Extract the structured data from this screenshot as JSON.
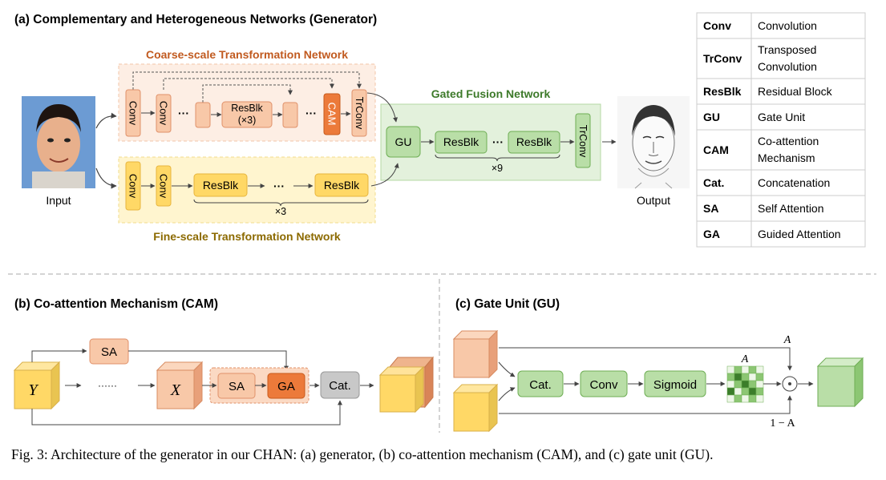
{
  "panel_a": {
    "title": "(a) Complementary and Heterogeneous Networks (Generator)",
    "coarse_title": "Coarse-scale Transformation Network",
    "fine_title": "Fine-scale Transformation Network",
    "fusion_title": "Gated Fusion Network",
    "input_label": "Input",
    "output_label": "Output",
    "coarse_blocks": {
      "conv1": "Conv",
      "conv2": "Conv",
      "resblk": "ResBlk",
      "resblk_count": "(×3)",
      "cam": "CAM",
      "trconv": "TrConv",
      "dots": "···"
    },
    "fine_blocks": {
      "conv1": "Conv",
      "conv2": "Conv",
      "resblk1": "ResBlk",
      "resblk2": "ResBlk",
      "dots": "···",
      "repeat": "×3"
    },
    "fusion_blocks": {
      "gu": "GU",
      "resblk1": "ResBlk",
      "resblk2": "ResBlk",
      "dots": "···",
      "trconv": "TrConv",
      "repeat": "×9"
    }
  },
  "legend": [
    {
      "abbr": "Conv",
      "desc": [
        "Convolution"
      ]
    },
    {
      "abbr": "TrConv",
      "desc": [
        "Transposed",
        "Convolution"
      ]
    },
    {
      "abbr": "ResBlk",
      "desc": [
        "Residual Block"
      ]
    },
    {
      "abbr": "GU",
      "desc": [
        "Gate Unit"
      ]
    },
    {
      "abbr": "CAM",
      "desc": [
        "Co-attention",
        "Mechanism"
      ]
    },
    {
      "abbr": "Cat.",
      "desc": [
        "Concatenation"
      ]
    },
    {
      "abbr": "SA",
      "desc": [
        "Self Attention"
      ]
    },
    {
      "abbr": "GA",
      "desc": [
        "Guided Attention"
      ]
    }
  ],
  "panel_b": {
    "title": "(b) Co-attention Mechanism (CAM)",
    "y": "Y",
    "x": "X",
    "dots": "······",
    "sa_top": "SA",
    "sa": "SA",
    "ga": "GA",
    "cat": "Cat."
  },
  "panel_c": {
    "title": "(c) Gate Unit (GU)",
    "cat": "Cat.",
    "conv": "Conv",
    "sigmoid": "Sigmoid",
    "a_top": "A",
    "a_map": "A",
    "one_minus_a": "1 − A",
    "odot": "⊙"
  },
  "caption": "Fig. 3: Architecture of the generator in our CHAN: (a) generator, (b) co-attention mechanism (CAM), and (c) gate unit (GU).",
  "colors": {
    "orange_fill": "#f8c8a8",
    "orange_stroke": "#e0916a",
    "orange_dark": "#ec7a3a",
    "coarse_bg": "#fdeee4",
    "fine_bg": "#fff5cf",
    "yellow_fill": "#ffd866",
    "yellow_stroke": "#e7b53d",
    "green_bg": "#e3f1dc",
    "green_fill": "#b9dea7",
    "green_stroke": "#6fae55",
    "gray_fill": "#c8c8c8",
    "coarse_title": "#c15a1f",
    "fine_title": "#8c6a00",
    "fusion_title": "#3d7a2a"
  }
}
